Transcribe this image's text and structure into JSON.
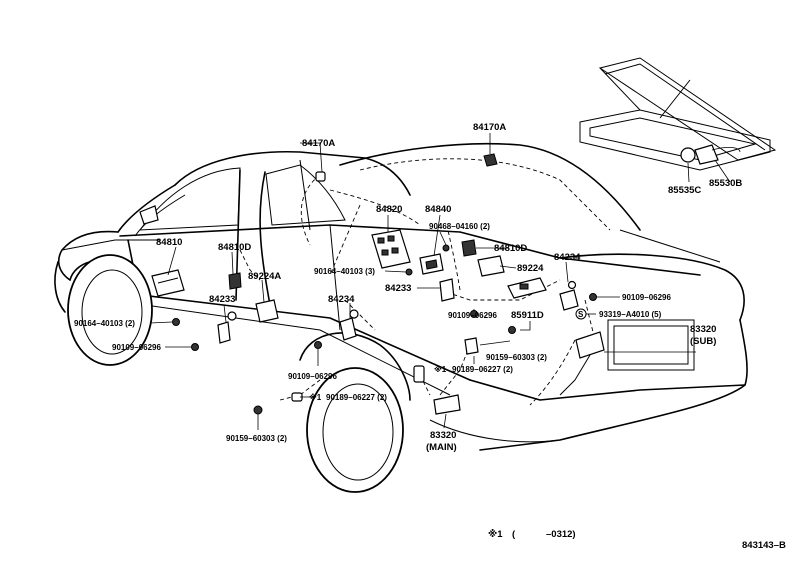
{
  "diagram_id": "843143–B",
  "footnote": {
    "mark": "※1",
    "open": "(",
    "range": "–0312)"
  },
  "labels": {
    "l84170A_roof": "84170A",
    "l84170A_top": "84170A",
    "l85535C": "85535C",
    "l85530B": "85530B",
    "l84820": "84820",
    "l84840": "84840",
    "l90468": "90468–04160 (2)",
    "l84810": "84810",
    "l84810D_left": "84810D",
    "l84810D_right": "84810D",
    "l84234_right": "84234",
    "l89224A": "89224A",
    "l90164_mid": "90164–40103 (3)",
    "l89224": "89224",
    "l84233_left": "84233",
    "l84234_mid": "84234",
    "l84233_mid": "84233",
    "l90109_right": "90109–06296",
    "l90164_left": "90164–40103 (2)",
    "l90109_mid": "90109–06296",
    "l85911D": "85911D",
    "l93319": "93319–A4010 (5)",
    "l83320_sub": "83320",
    "l83320_sub_tag": "(SUB)",
    "l90109_left": "90109–06296",
    "l90159_mid": "90159–60303 (2)",
    "l90189_mid": "90189–06227 (2)",
    "l90109_low": "90109–06296",
    "l90189_low": "90189–06227 (2)",
    "l83320_main": "83320",
    "l83320_main_tag": "(MAIN)",
    "l90159_low": "90159–60303 (2)",
    "mark_s": "S",
    "mark_ref1": "※1",
    "mark_ref2": "※1"
  }
}
